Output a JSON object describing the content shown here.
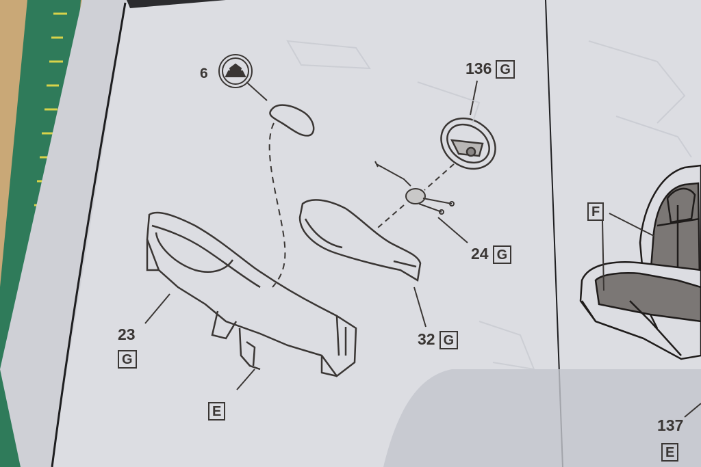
{
  "parts": [
    {
      "id": "part-6",
      "number": "6",
      "letter": ""
    },
    {
      "id": "part-136",
      "number": "136",
      "letter": "G"
    },
    {
      "id": "part-24",
      "number": "24",
      "letter": "G"
    },
    {
      "id": "part-32",
      "number": "32",
      "letter": "G"
    },
    {
      "id": "part-23",
      "number": "23",
      "letter": "G"
    },
    {
      "id": "part-e",
      "number": "",
      "letter": "E"
    },
    {
      "id": "part-f",
      "number": "",
      "letter": "F"
    },
    {
      "id": "part-137",
      "number": "137",
      "letter": "E"
    }
  ],
  "colors": {
    "paper": "#dcdde2",
    "ink": "#3a3634",
    "table": "#c9a877",
    "ruler": "#2f7b5a",
    "seat_shade": "#7b7775"
  }
}
